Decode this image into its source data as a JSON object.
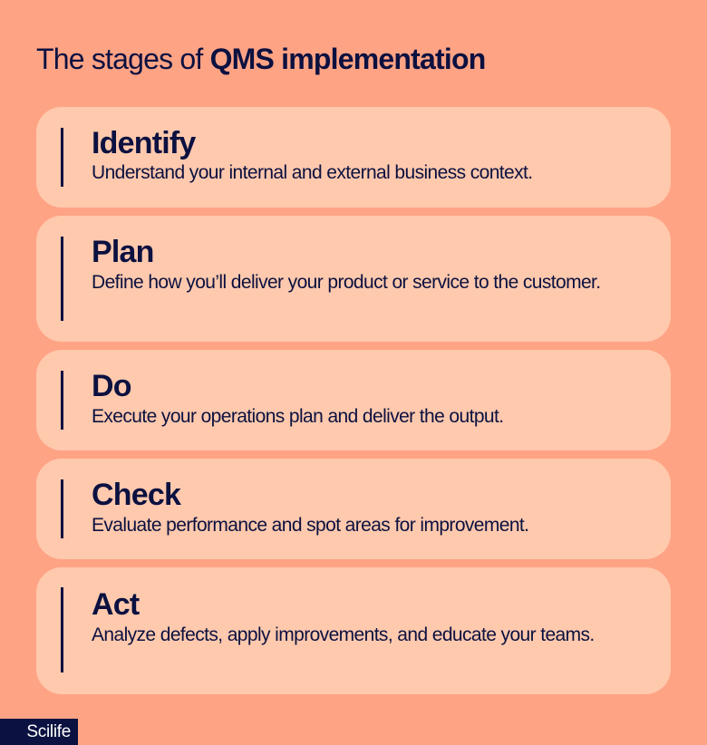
{
  "heading": {
    "prefix": "The stages of",
    "emphasis": "QMS implementation"
  },
  "stages": [
    {
      "title": "Identify",
      "description": "Understand your internal and external business context."
    },
    {
      "title": "Plan",
      "description": "Define how you’ll deliver your product or service to the customer."
    },
    {
      "title": "Do",
      "description": "Execute your operations plan and deliver the output."
    },
    {
      "title": "Check",
      "description": "Evaluate performance and spot areas for improvement."
    },
    {
      "title": "Act",
      "description": "Analyze defects, apply improvements, and educate your teams."
    }
  ],
  "brand": {
    "logo_text": "Scilife"
  },
  "colors": {
    "background": "#ffa385",
    "card": "#ffc9ad",
    "text": "#0b1140",
    "logo_bg": "#0b1140"
  }
}
